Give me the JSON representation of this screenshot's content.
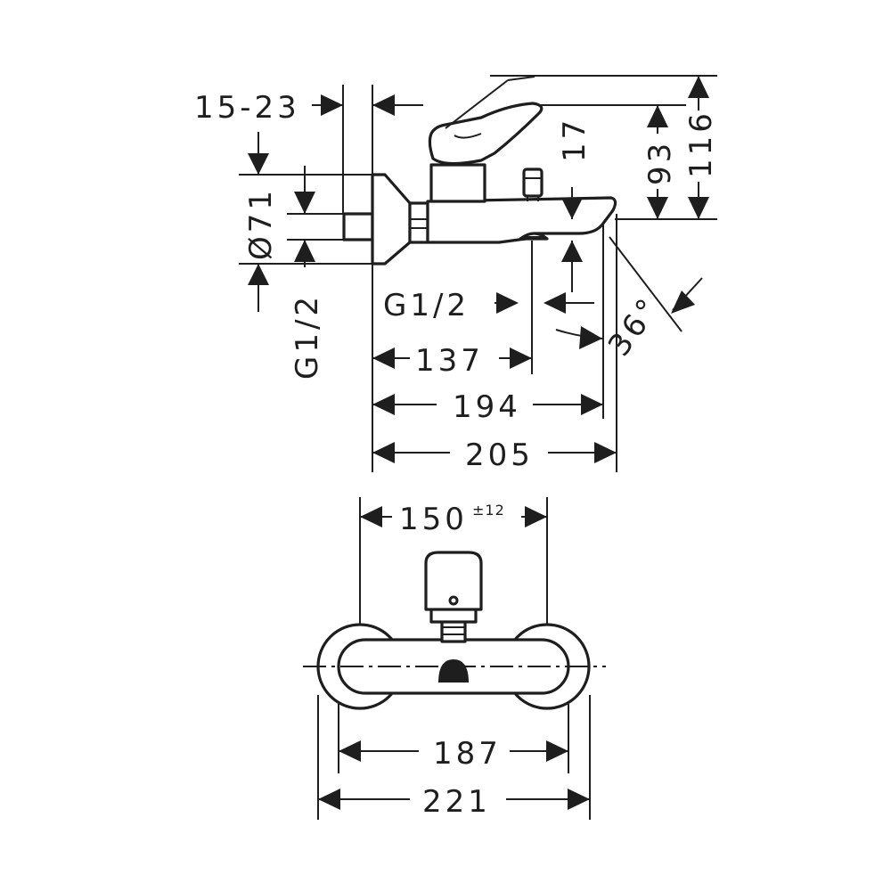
{
  "side_view": {
    "offset_dim": "15-23",
    "rosette_dim": "Ø71",
    "inlet_thread": "G1/2",
    "outlet_thread": "G1/2",
    "spout_height_dim": "17",
    "spout_to_lever_dim": "93",
    "total_height_dim": "116",
    "spout_angle_dim": "36°",
    "depth_137": "137",
    "depth_194": "194",
    "depth_205": "205"
  },
  "front_view": {
    "centre_distance": "150",
    "centre_tolerance": "±12",
    "outer_187": "187",
    "outer_221": "221"
  }
}
